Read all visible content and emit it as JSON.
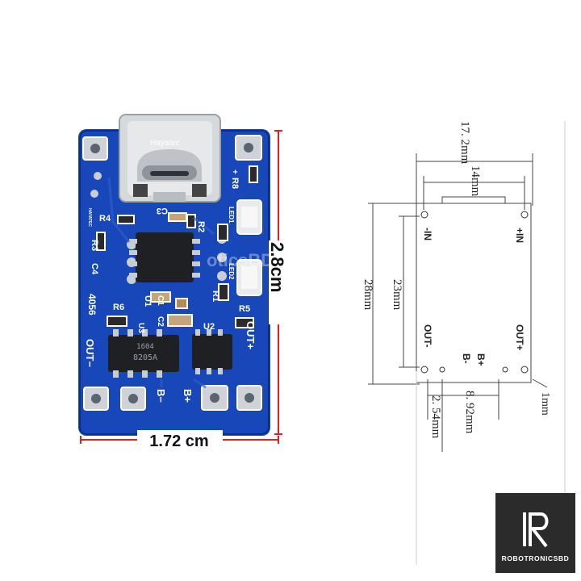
{
  "product_photo": {
    "brand_on_connector": "Hayatec",
    "size_labels": {
      "height": "2.8cm",
      "width": "1.72 cm"
    },
    "silkscreen": {
      "r8": "R8",
      "plus": "+",
      "r4": "R4",
      "c3": "C3",
      "r2": "R2",
      "r3": "R3",
      "c4": "C4",
      "part": "4056",
      "u1": "U1",
      "c1": "C1",
      "c2": "C2",
      "r1": "R1",
      "r5": "R5",
      "r6": "R6",
      "u3": "U3",
      "u2": "U2",
      "out_minus": "OUT−",
      "out_plus": "OUT+",
      "b_minus": "B−",
      "b_plus": "B+",
      "led1": "LED1",
      "led2": "LED2",
      "small_text": "HAYATEC",
      "ic_mark": "8205A",
      "ic_code": "1604"
    },
    "watermark": "oticsBD"
  },
  "dimension_drawing": {
    "overall_width": "17. 2mm",
    "inner_width": "14mm",
    "overall_height": "28mm",
    "inner_height": "23mm",
    "pad_spacing": "8. 92mm",
    "pitch": "2. 54mm",
    "edge": "1mm",
    "labels": {
      "in_minus": "-IN",
      "in_plus": "+IN",
      "out_minus": "OUT-",
      "out_plus": "OUT+",
      "b_plus": "B+",
      "b_minus": "B-"
    }
  },
  "logo": {
    "letters": "R",
    "name": "ROBOTRONICSBD"
  },
  "colors": {
    "pcb": "#1747b8",
    "size_line": "#e02020",
    "logo_bg": "#2b2b2b"
  }
}
